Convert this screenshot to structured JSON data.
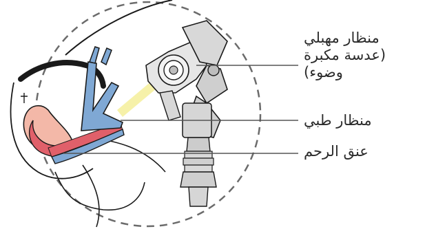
{
  "labels": {
    "colposcope": {
      "line1": "منظار مهبلي",
      "line2": "(عدسة مكبرة",
      "line3": "وضوء)"
    },
    "speculum": "منظار طبي",
    "cervix": "عنق الرحم"
  },
  "colors": {
    "outline": "#1a1a1a",
    "dashed_circle": "#6b6b6b",
    "speculum_fill": "#7fa8d4",
    "cervix_red": "#e0606a",
    "tissue_pink": "#f3b8a8",
    "light_beam": "#f5ee9a",
    "device_gray": "#d8d8d8",
    "leader_line": "#555555"
  }
}
